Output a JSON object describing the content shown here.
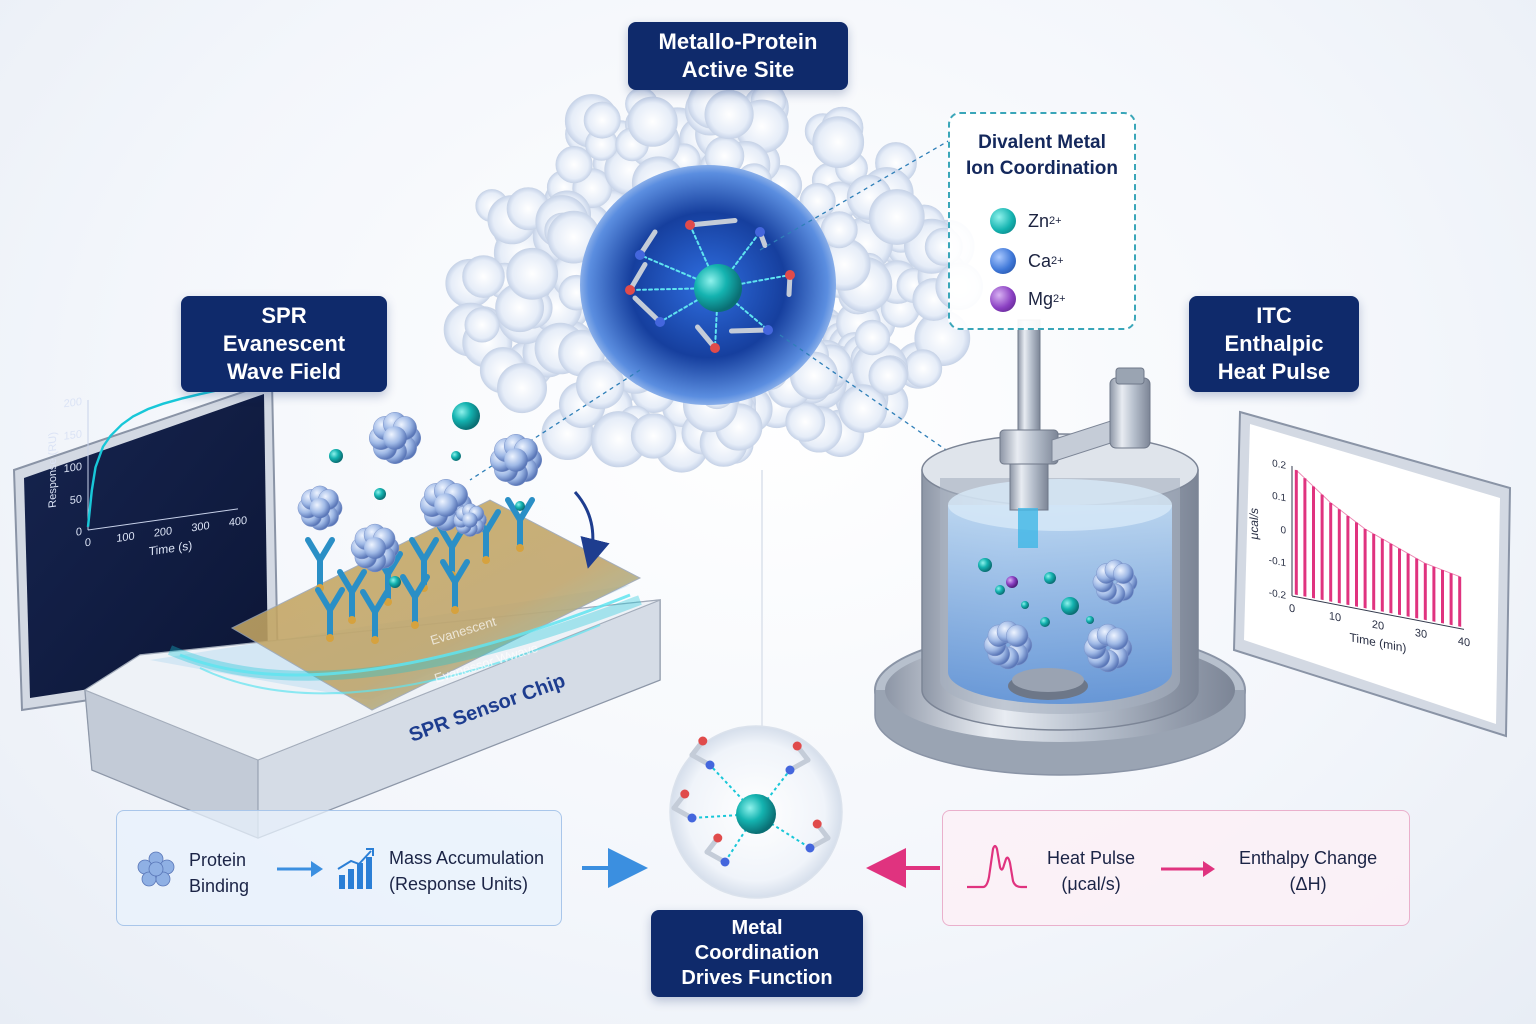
{
  "labels": {
    "active_site": [
      "Metallo-Protein",
      "Active Site"
    ],
    "spr_field": [
      "SPR Evanescent",
      "Wave Field"
    ],
    "itc_pulse": [
      "ITC Enthalpic",
      "Heat Pulse"
    ],
    "metal_drives": [
      "Metal Coordination",
      "Drives Function"
    ],
    "chip_label": "SPR Sensor Chip",
    "chip_wave_1": "Evanescent",
    "chip_wave_2": "Evanessor Wwave"
  },
  "legend": {
    "title": [
      "Divalent Metal",
      "Ion Coordination"
    ],
    "ions": [
      {
        "symbol": "Zn",
        "charge": "2+",
        "color": "#14b3b0"
      },
      {
        "symbol": "Ca",
        "charge": "2+",
        "color": "#3f78d8"
      },
      {
        "symbol": "Mg",
        "charge": "2+",
        "color": "#8a3fc2"
      }
    ]
  },
  "spr_panel": {
    "step1": [
      "Protein",
      "Binding"
    ],
    "step2": [
      "Mass Accumulation",
      "(Response Units)"
    ]
  },
  "itc_panel": {
    "step1": [
      "Heat Pulse",
      "(μcal/s)"
    ],
    "step2": [
      "Enthalpy Change",
      "(ΔH)"
    ]
  },
  "colors": {
    "navy": "#0f2a6b",
    "cyan": "#18c7d8",
    "magenta": "#e0337f",
    "teal_ion": "#14b3b0"
  },
  "chart_data": [
    {
      "type": "line",
      "xlabel": "Time (s)",
      "ylabel": "Response (RU)",
      "xticks": [
        0,
        100,
        200,
        300,
        400
      ],
      "yticks": [
        0,
        50,
        100,
        150,
        200
      ],
      "xlim": [
        0,
        400
      ],
      "ylim": [
        0,
        200
      ],
      "series": [
        {
          "x": [
            0,
            10,
            20,
            40,
            60,
            90,
            120,
            160,
            200,
            250,
            300,
            350,
            400
          ],
          "y": [
            5,
            60,
            95,
            125,
            140,
            155,
            165,
            173,
            178,
            182,
            185,
            187,
            188
          ]
        }
      ]
    },
    {
      "type": "bar",
      "xlabel": "Time (min)",
      "ylabel": "μcal/s",
      "xticks": [
        0,
        10,
        20,
        30,
        40
      ],
      "yticks": [
        0.2,
        0.1,
        0.0,
        -0.1,
        -0.2
      ],
      "xlim": [
        0,
        40
      ],
      "ylim": [
        -0.2,
        0.2
      ],
      "series": [
        {
          "x": [
            1,
            3,
            5,
            7,
            9,
            11,
            13,
            15,
            17,
            19,
            21,
            23,
            25,
            27,
            29,
            31,
            33,
            35,
            37,
            39
          ],
          "y": [
            0.19,
            0.17,
            0.15,
            0.13,
            0.11,
            0.095,
            0.08,
            0.065,
            0.05,
            0.04,
            0.03,
            0.02,
            0.01,
            0.0,
            -0.01,
            -0.02,
            -0.025,
            -0.03,
            -0.035,
            -0.04
          ]
        }
      ]
    }
  ]
}
